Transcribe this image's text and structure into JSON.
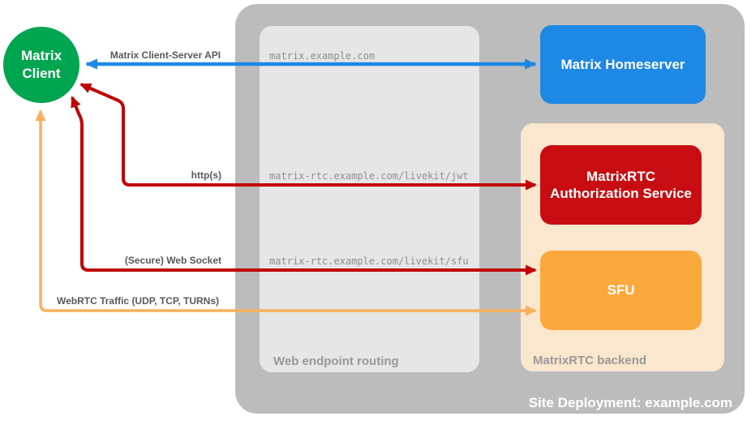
{
  "diagram": {
    "client": {
      "label": "Matrix\nClient",
      "color": "#00a550"
    },
    "nodes": {
      "homeserver": {
        "label": "Matrix Homeserver",
        "color": "#1e88e5"
      },
      "auth_service": {
        "label": "MatrixRTC Authorization Service",
        "color": "#c80d12"
      },
      "sfu": {
        "label": "SFU",
        "color": "#fba83c"
      }
    },
    "containers": {
      "site": {
        "label": "Site Deployment: example.com",
        "color": "#bcbcbc"
      },
      "routing": {
        "label": "Web endpoint routing",
        "color": "#e6e6e6"
      },
      "backend": {
        "label": "MatrixRTC backend",
        "color": "#fbe6ce"
      }
    },
    "edges": {
      "cs_api": {
        "label": "Matrix Client-Server API",
        "endpoint": "matrix.example.com",
        "color": "#1e88e5",
        "bidirectional": "true"
      },
      "jwt": {
        "label": "http(s)",
        "endpoint": "matrix-rtc.example.com/livekit/jwt",
        "color": "#c00005",
        "bidirectional": "true"
      },
      "websocket": {
        "label": "(Secure) Web Socket",
        "endpoint": "matrix-rtc.example.com/livekit/sfu",
        "color": "#c00005",
        "bidirectional": "true"
      },
      "webrtc": {
        "label": "WebRTC Traffic (UDP, TCP, TURNs)",
        "color": "#f9b05c",
        "bidirectional": "true"
      }
    }
  }
}
